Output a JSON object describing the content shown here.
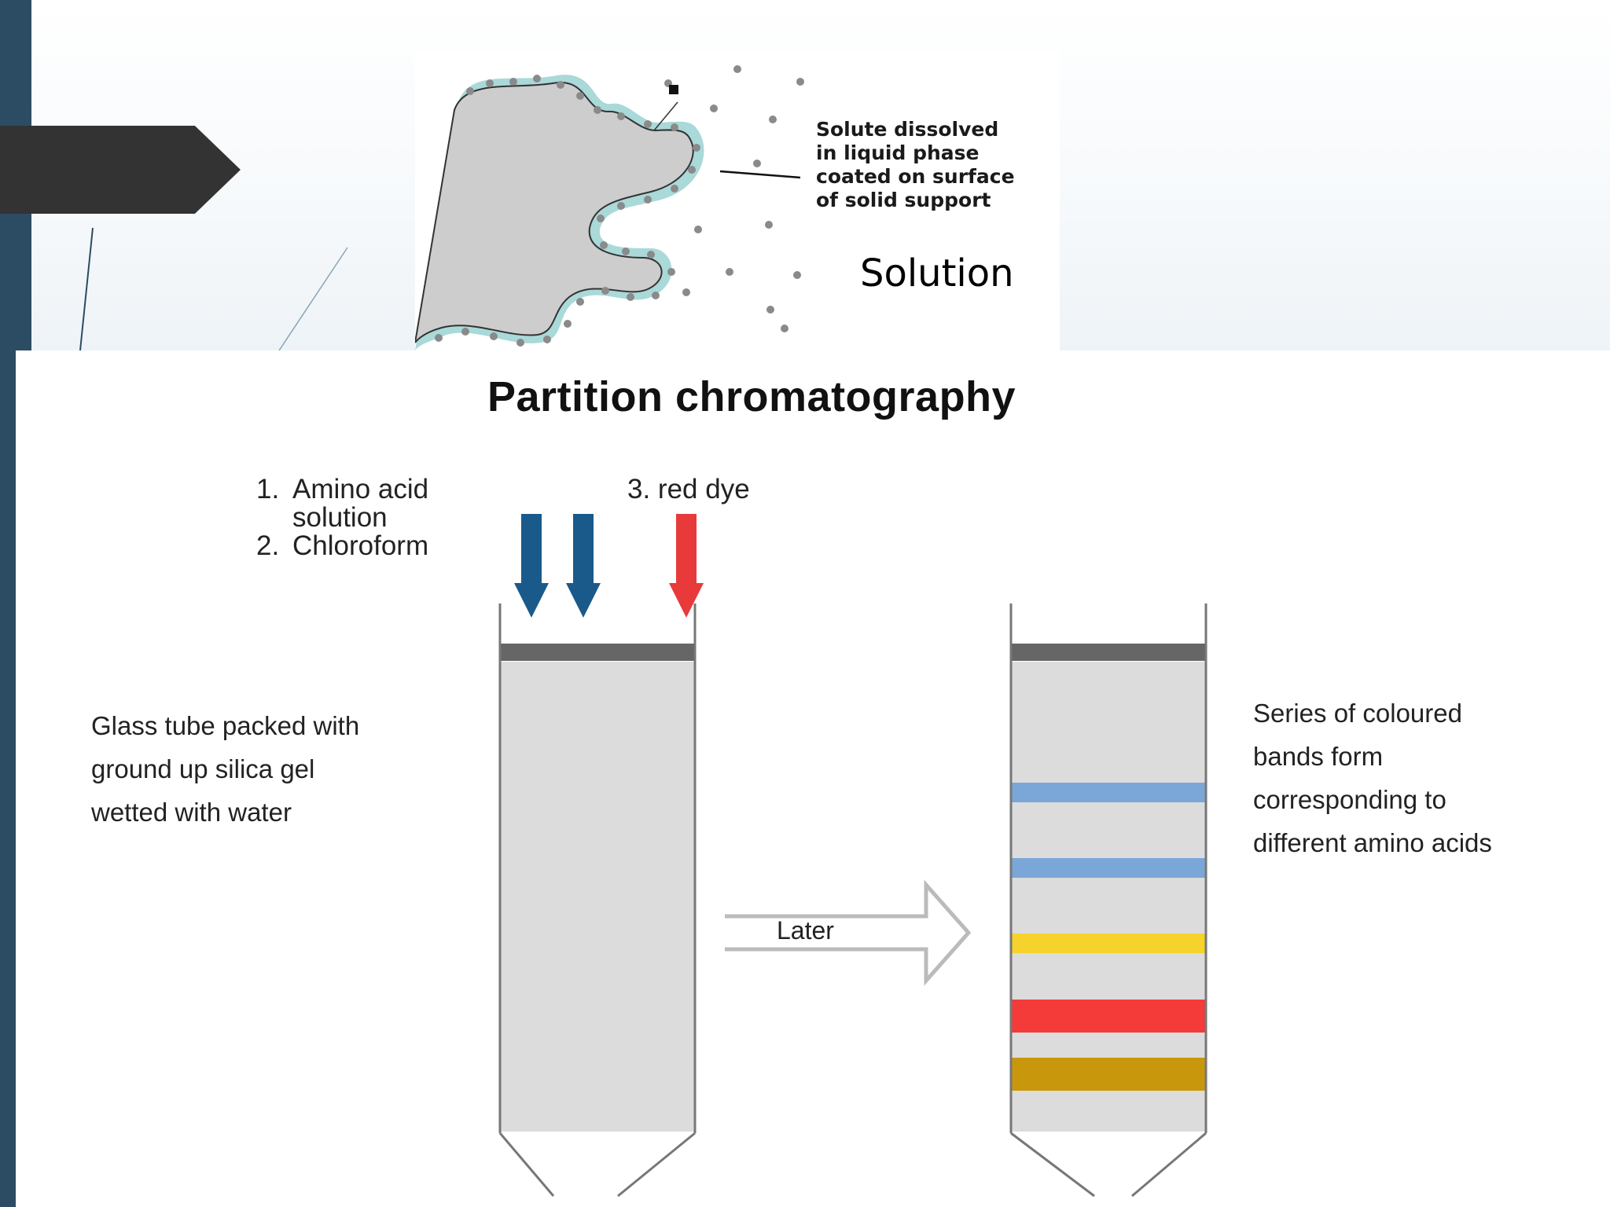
{
  "top_figure": {
    "annotation_lines": [
      "Solute dissolved",
      "in liquid phase",
      "coated on surface",
      "of solid support"
    ],
    "solution_label": "Solution"
  },
  "diagram": {
    "title": "Partition chromatography",
    "inputs": {
      "item1_num": "1.",
      "item1_line1": "Amino acid",
      "item1_line2": "solution",
      "item2_num": "2.",
      "item2": "Chloroform",
      "item3": "3. red dye"
    },
    "left_description": [
      "Glass tube packed with",
      "ground up silica gel",
      "wetted with water"
    ],
    "right_description": [
      "Series of coloured",
      "bands form",
      "corresponding to",
      "different amino acids"
    ],
    "arrow_label": "Later",
    "colors": {
      "blue_arrow": "#1a5a8a",
      "red_arrow": "#e83a3a",
      "band_blue": "#7ba7d8",
      "band_yellow": "#f6d22c",
      "band_red": "#f53a3a",
      "band_gold": "#c9970b",
      "tube_fill": "#dcdcdc",
      "cap": "#666666"
    }
  }
}
